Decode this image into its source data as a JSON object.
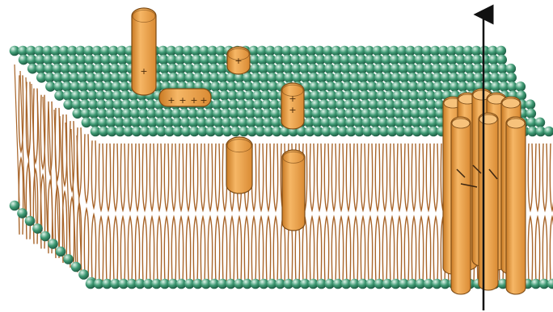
{
  "figure": {
    "background": "#ffffff",
    "colors": {
      "headgroup": "#3f9a74",
      "headgroup_highlight": "#dff4ea",
      "lipid_tail": "#a8652a",
      "peptide_fill": "#f0a24a",
      "peptide_stroke": "#7a4a16",
      "charge_mark": "#4a2a0a",
      "arrow": "#111111"
    },
    "charge_symbol": "+",
    "elements": {
      "membrane_slab": "lipid-bilayer",
      "top_leaflet": "headgroup-layer",
      "bottom_leaflet": "headgroup-layer",
      "peptides": [
        "standing-peptide",
        "surface-bound-peptide",
        "partially-inserted-peptide",
        "membrane-spanning-peptide",
        "barrel-stave-pore"
      ],
      "flux_arrow": "arrow-up"
    }
  }
}
